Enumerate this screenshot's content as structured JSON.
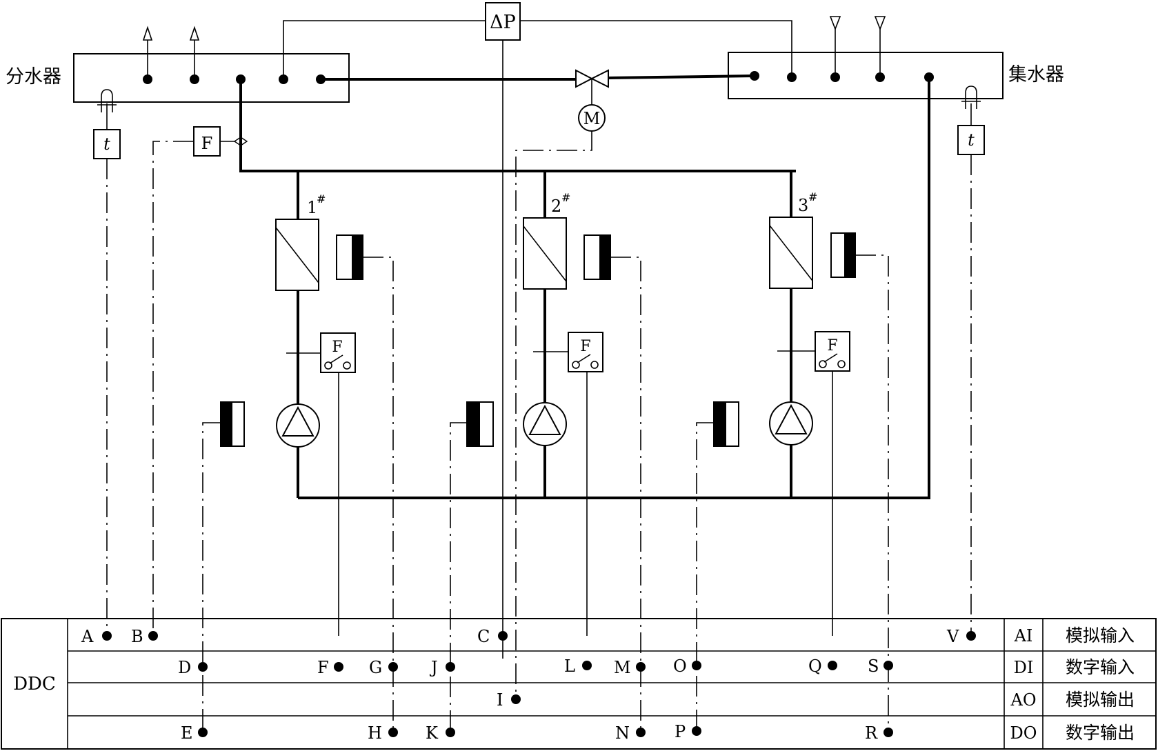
{
  "header": {
    "distributor_label": "分水器",
    "collector_label": "集水器",
    "dp_label": "ΔP",
    "motor_label": "M"
  },
  "instruments": {
    "temp_symbol": "t",
    "flow_symbol": "F",
    "flow_switch_symbol": "F"
  },
  "chillers": [
    {
      "label": "1",
      "sup": "#"
    },
    {
      "label": "2",
      "sup": "#"
    },
    {
      "label": "3",
      "sup": "#"
    }
  ],
  "ddc": {
    "label": "DDC",
    "rows": [
      {
        "code": "AI",
        "desc": "模拟输入"
      },
      {
        "code": "DI",
        "desc": "数字输入"
      },
      {
        "code": "AO",
        "desc": "模拟输出"
      },
      {
        "code": "DO",
        "desc": "数字输出"
      }
    ],
    "points": [
      "A",
      "B",
      "C",
      "D",
      "E",
      "F",
      "G",
      "H",
      "I",
      "J",
      "K",
      "L",
      "M",
      "N",
      "O",
      "P",
      "Q",
      "R",
      "S",
      "V"
    ]
  }
}
